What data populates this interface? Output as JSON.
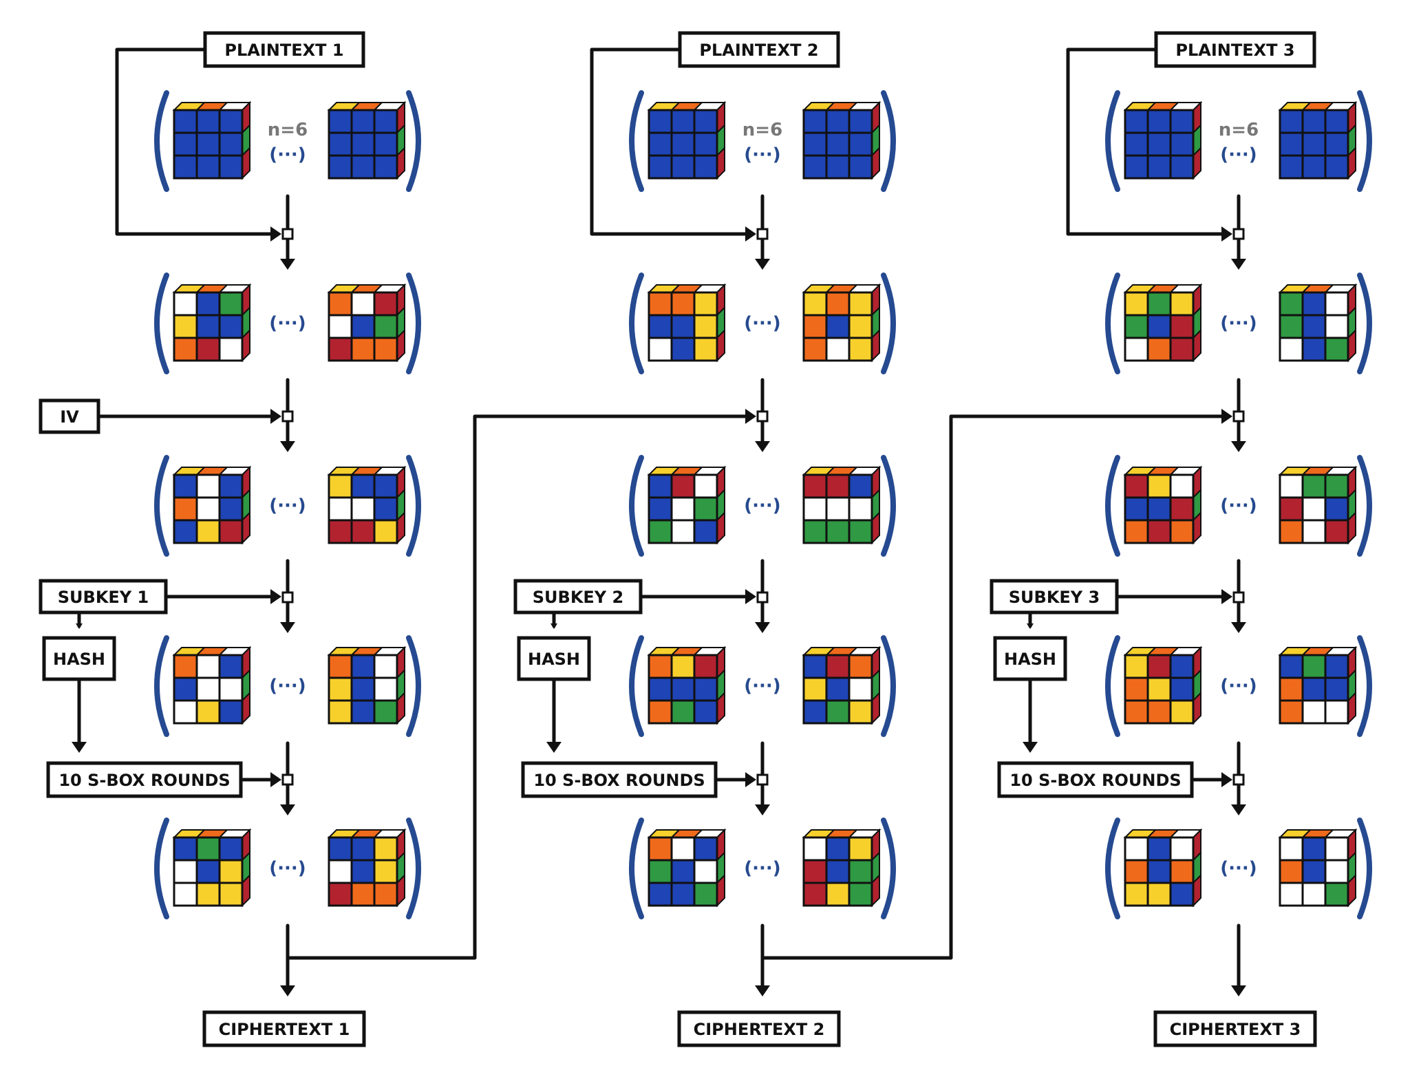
{
  "colors": {
    "blue": "#1f44b6",
    "white": "#ffffff",
    "red": "#b3232f",
    "orange": "#f06a1c",
    "yellow": "#f7d02c",
    "green": "#2f9a43",
    "bracket": "#254a91",
    "line": "#111111"
  },
  "ellipsis": "(···)",
  "n_label": "n=6",
  "iv_label": "IV",
  "columns": [
    {
      "plaintext": "PLAINTEXT 1",
      "subkey": "SUBKEY 1",
      "hash": "HASH",
      "sbox": "10 S-BOX ROUNDS",
      "ciphertext": "CIPHERTEXT 1",
      "stages": [
        [
          [
            "B",
            "B",
            "B",
            "B",
            "B",
            "B",
            "B",
            "B",
            "B"
          ],
          [
            "B",
            "B",
            "B",
            "B",
            "B",
            "B",
            "B",
            "B",
            "B"
          ]
        ],
        [
          [
            "W",
            "B",
            "G",
            "Y",
            "B",
            "B",
            "O",
            "R",
            "W"
          ],
          [
            "O",
            "W",
            "R",
            "W",
            "B",
            "G",
            "R",
            "O",
            "O"
          ]
        ],
        [
          [
            "B",
            "W",
            "B",
            "O",
            "W",
            "B",
            "B",
            "Y",
            "R"
          ],
          [
            "Y",
            "B",
            "B",
            "W",
            "W",
            "B",
            "R",
            "R",
            "Y"
          ]
        ],
        [
          [
            "O",
            "W",
            "B",
            "B",
            "W",
            "W",
            "W",
            "Y",
            "B"
          ],
          [
            "O",
            "B",
            "W",
            "Y",
            "B",
            "W",
            "Y",
            "B",
            "G"
          ]
        ],
        [
          [
            "B",
            "G",
            "B",
            "W",
            "B",
            "Y",
            "W",
            "Y",
            "Y"
          ],
          [
            "B",
            "B",
            "Y",
            "W",
            "B",
            "Y",
            "R",
            "O",
            "O"
          ]
        ]
      ]
    },
    {
      "plaintext": "PLAINTEXT 2",
      "subkey": "SUBKEY 2",
      "hash": "HASH",
      "sbox": "10 S-BOX ROUNDS",
      "ciphertext": "CIPHERTEXT 2",
      "stages": [
        [
          [
            "B",
            "B",
            "B",
            "B",
            "B",
            "B",
            "B",
            "B",
            "B"
          ],
          [
            "B",
            "B",
            "B",
            "B",
            "B",
            "B",
            "B",
            "B",
            "B"
          ]
        ],
        [
          [
            "O",
            "O",
            "Y",
            "B",
            "B",
            "Y",
            "W",
            "B",
            "Y"
          ],
          [
            "Y",
            "O",
            "Y",
            "O",
            "B",
            "Y",
            "O",
            "W",
            "Y"
          ]
        ],
        [
          [
            "B",
            "R",
            "W",
            "B",
            "W",
            "G",
            "G",
            "W",
            "B"
          ],
          [
            "R",
            "R",
            "B",
            "W",
            "W",
            "W",
            "G",
            "G",
            "G"
          ]
        ],
        [
          [
            "O",
            "Y",
            "R",
            "B",
            "B",
            "B",
            "O",
            "G",
            "B"
          ],
          [
            "B",
            "R",
            "O",
            "Y",
            "B",
            "W",
            "B",
            "G",
            "Y"
          ]
        ],
        [
          [
            "O",
            "W",
            "B",
            "G",
            "B",
            "W",
            "B",
            "B",
            "G"
          ],
          [
            "W",
            "B",
            "Y",
            "R",
            "B",
            "G",
            "R",
            "Y",
            "G"
          ]
        ]
      ]
    },
    {
      "plaintext": "PLAINTEXT 3",
      "subkey": "SUBKEY 3",
      "hash": "HASH",
      "sbox": "10 S-BOX ROUNDS",
      "ciphertext": "CIPHERTEXT 3",
      "stages": [
        [
          [
            "B",
            "B",
            "B",
            "B",
            "B",
            "B",
            "B",
            "B",
            "B"
          ],
          [
            "B",
            "B",
            "B",
            "B",
            "B",
            "B",
            "B",
            "B",
            "B"
          ]
        ],
        [
          [
            "Y",
            "G",
            "Y",
            "G",
            "B",
            "R",
            "W",
            "O",
            "R"
          ],
          [
            "G",
            "B",
            "W",
            "G",
            "B",
            "W",
            "W",
            "B",
            "G"
          ]
        ],
        [
          [
            "R",
            "Y",
            "W",
            "B",
            "B",
            "R",
            "O",
            "R",
            "O"
          ],
          [
            "W",
            "G",
            "G",
            "R",
            "W",
            "B",
            "O",
            "W",
            "R"
          ]
        ],
        [
          [
            "Y",
            "R",
            "B",
            "O",
            "Y",
            "B",
            "O",
            "O",
            "Y"
          ],
          [
            "B",
            "G",
            "B",
            "O",
            "B",
            "B",
            "O",
            "W",
            "W"
          ]
        ],
        [
          [
            "W",
            "B",
            "W",
            "O",
            "B",
            "O",
            "Y",
            "Y",
            "B"
          ],
          [
            "W",
            "B",
            "W",
            "O",
            "B",
            "W",
            "W",
            "W",
            "G"
          ]
        ]
      ]
    }
  ]
}
